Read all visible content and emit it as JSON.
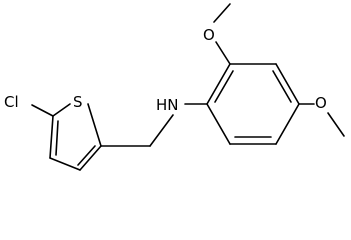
{
  "molecule": {
    "atoms": {
      "chlorine": "Cl",
      "sulfur": "S",
      "amine": "HN",
      "methoxy_top": "O",
      "methoxy_right": "O"
    }
  }
}
